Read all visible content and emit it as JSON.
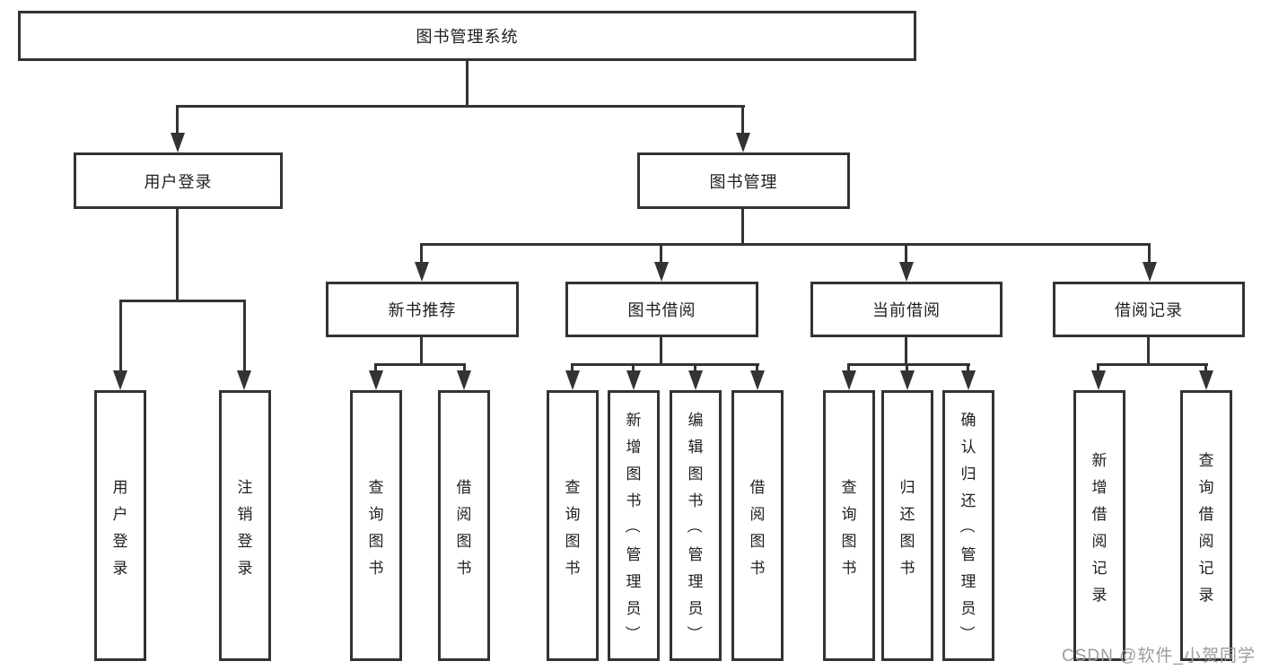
{
  "diagram": {
    "title": "图书管理系统",
    "level2": [
      {
        "label": "用户登录"
      },
      {
        "label": "图书管理"
      }
    ],
    "level3": [
      {
        "label": "新书推荐",
        "parent": "图书管理"
      },
      {
        "label": "图书借阅",
        "parent": "图书管理"
      },
      {
        "label": "当前借阅",
        "parent": "图书管理"
      },
      {
        "label": "借阅记录",
        "parent": "图书管理"
      }
    ],
    "leaves": [
      {
        "label": "用户登录",
        "parent": "用户登录"
      },
      {
        "label": "注销登录",
        "parent": "用户登录"
      },
      {
        "label": "查询图书",
        "parent": "新书推荐"
      },
      {
        "label": "借阅图书",
        "parent": "新书推荐"
      },
      {
        "label": "查询图书",
        "parent": "图书借阅"
      },
      {
        "label": "新增图书（管理员）",
        "parent": "图书借阅"
      },
      {
        "label": "编辑图书（管理员）",
        "parent": "图书借阅"
      },
      {
        "label": "借阅图书",
        "parent": "图书借阅"
      },
      {
        "label": "查询图书",
        "parent": "当前借阅"
      },
      {
        "label": "归还图书",
        "parent": "当前借阅"
      },
      {
        "label": "确认归还（管理员）",
        "parent": "当前借阅"
      },
      {
        "label": "新增借阅记录",
        "parent": "借阅记录"
      },
      {
        "label": "查询借阅记录",
        "parent": "借阅记录"
      }
    ]
  },
  "watermark": {
    "text": "CSDN @软件_小贺同学"
  },
  "colors": {
    "line": "#333333",
    "box_fill": "#ffffff",
    "text": "#1f1f1f",
    "watermark": "#9c9c9c"
  }
}
